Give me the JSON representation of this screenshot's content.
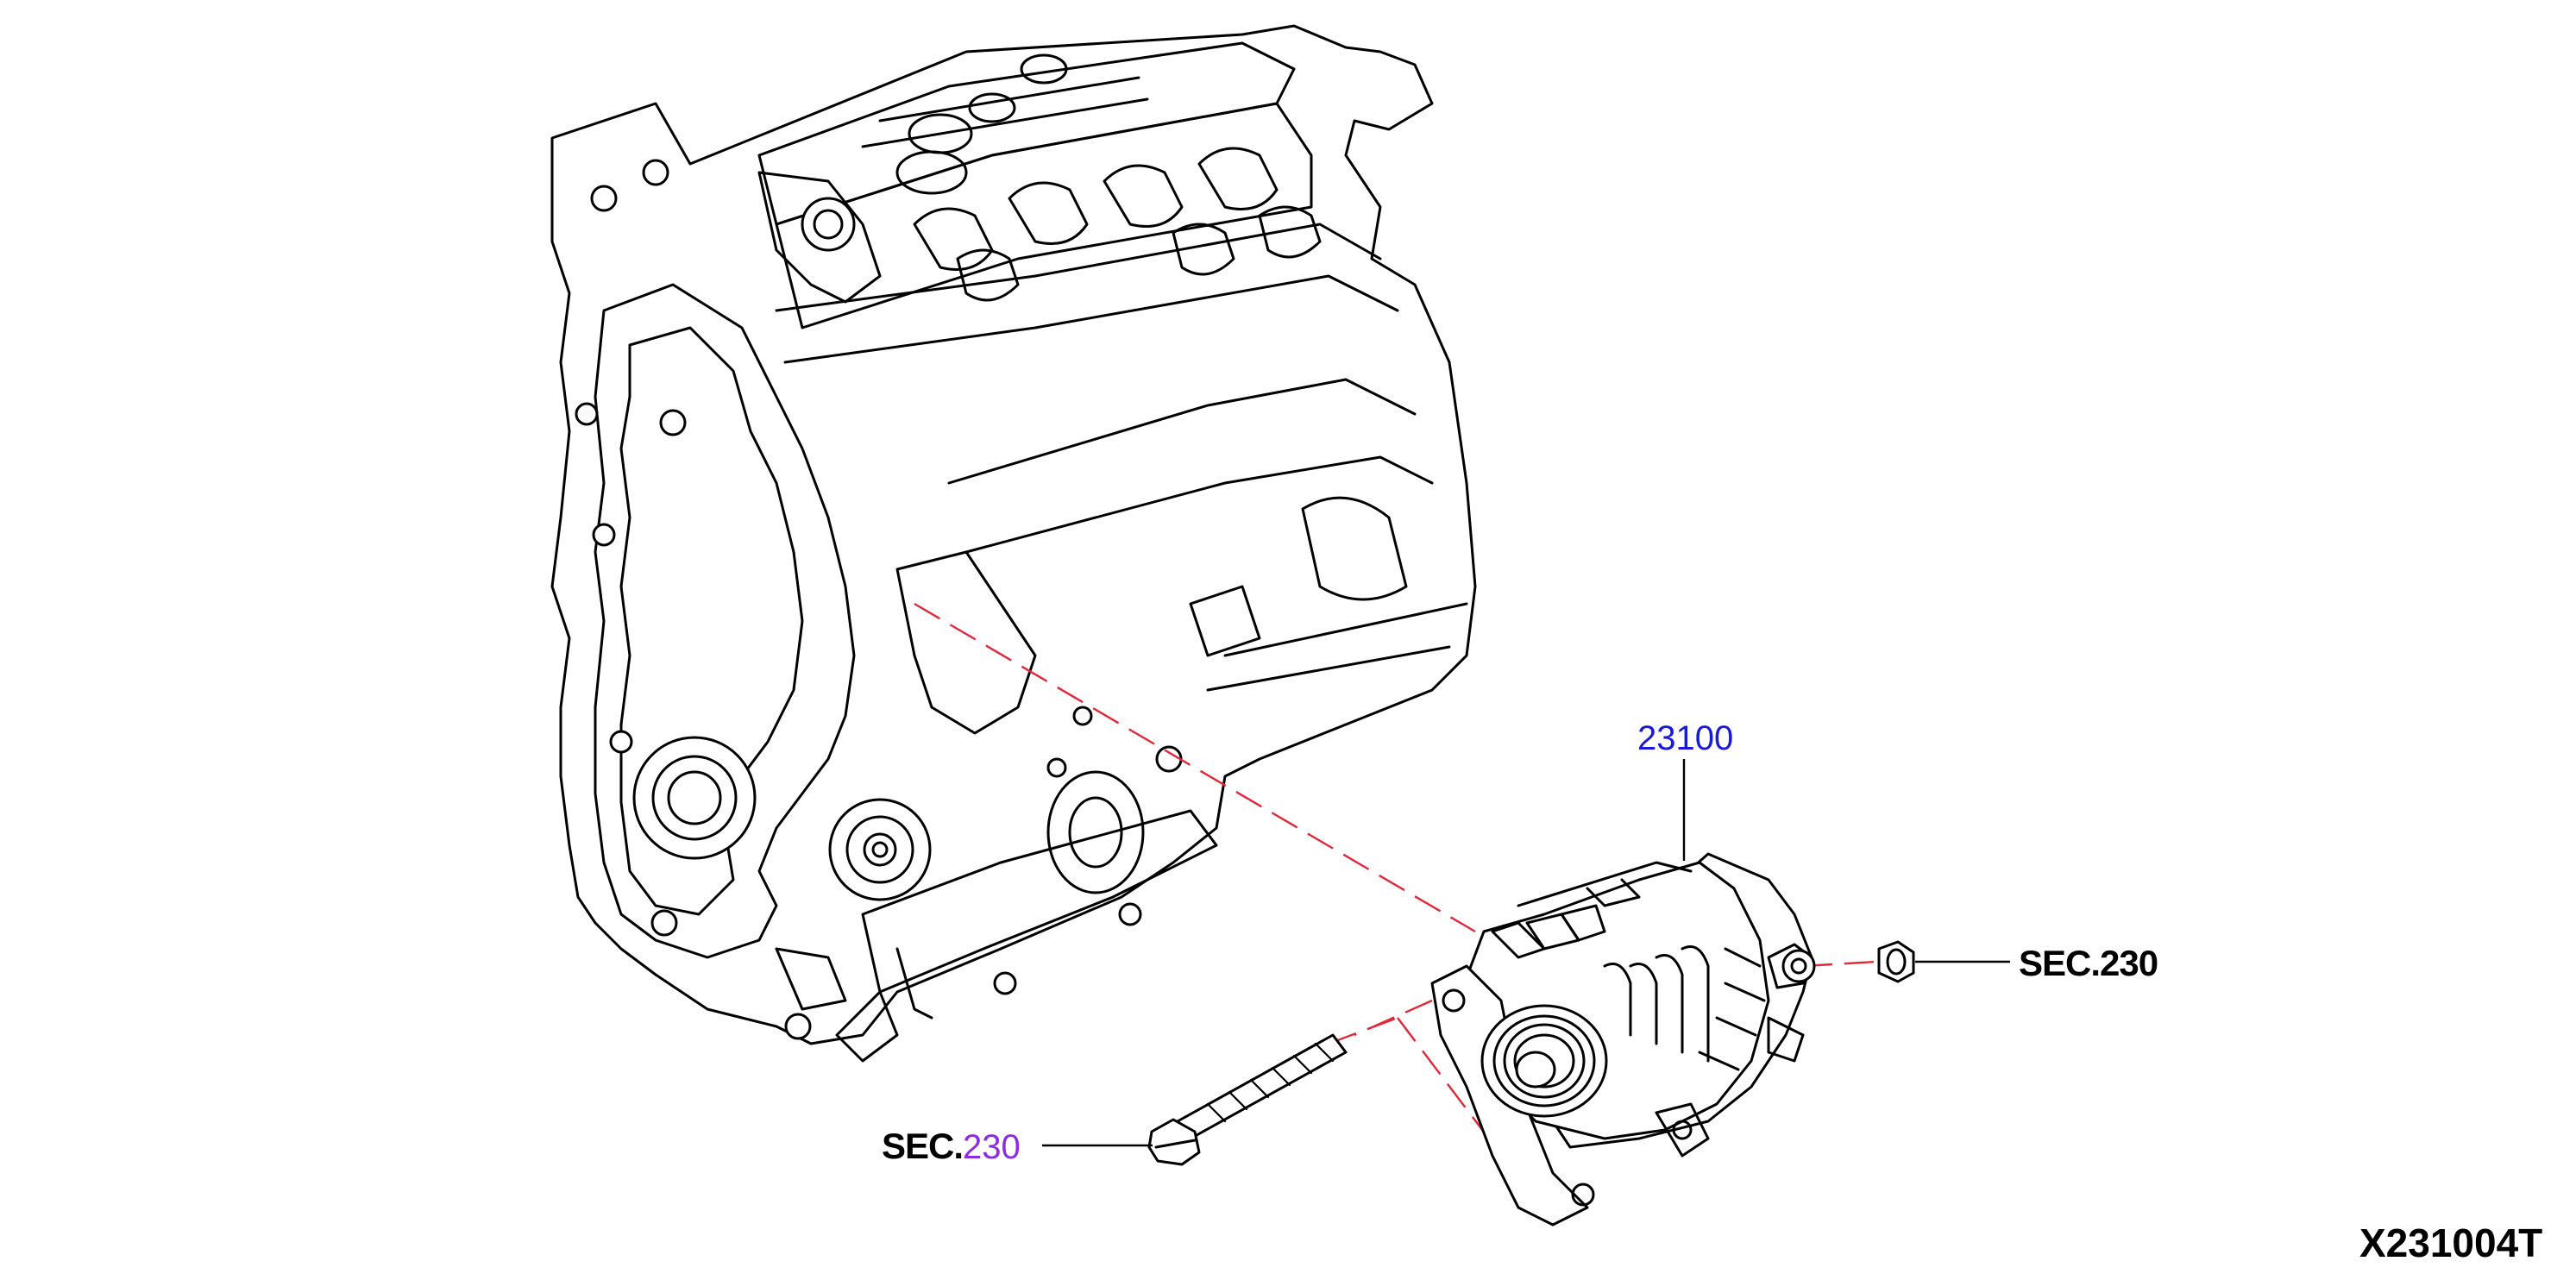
{
  "callouts": {
    "alternator_part": "23100",
    "nut_ref": "SEC.230",
    "bolt_ref_prefix": "SEC.",
    "bolt_ref_number": "230"
  },
  "figure_code": "X231004T",
  "colors": {
    "part_number": "#1a1ad6",
    "section_link": "#8b2be2",
    "dashed_leader": "#e0283a",
    "line_art": "#000000"
  }
}
